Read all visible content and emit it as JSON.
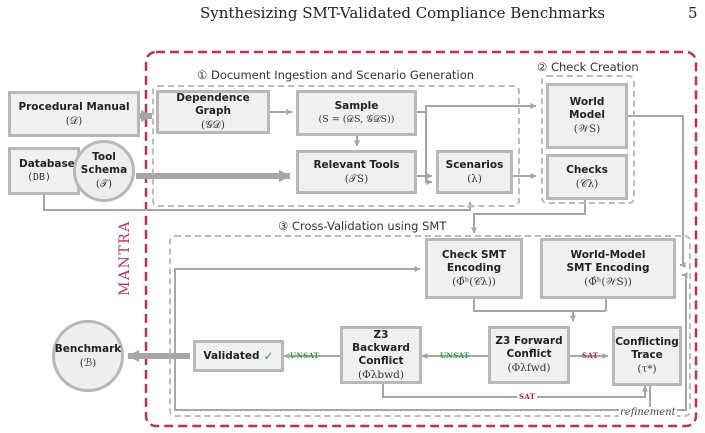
{
  "header": {
    "title": "Synthesizing SMT-Validated Compliance Benchmarks",
    "page_number": "5"
  },
  "frame_label": "MANTRA",
  "sections": {
    "ingestion": "① Document Ingestion and Scenario Generation",
    "check_creation": "② Check Creation",
    "cross_validation": "③ Cross-Validation using SMT"
  },
  "nodes": {
    "procedural_manual": {
      "title": "Procedural Manual",
      "symbol": "(𝒟)"
    },
    "database": {
      "title": "Database",
      "symbol": "(DB)"
    },
    "tool_schema": {
      "title_line1": "Tool",
      "title_line2": "Schema",
      "symbol": "(𝒯)"
    },
    "dependence_graph": {
      "title": "Dependence Graph",
      "symbol": "(𝒢𝒟)"
    },
    "sample": {
      "title": "Sample",
      "symbol": "(S = (𝒟S, 𝒢𝒟S))"
    },
    "relevant_tools": {
      "title": "Relevant Tools",
      "symbol": "(𝒯S)"
    },
    "scenarios": {
      "title": "Scenarios",
      "symbol": "(λ)"
    },
    "world_model": {
      "title_line1": "World",
      "title_line2": "Model",
      "symbol": "(𝒲S)"
    },
    "checks": {
      "title": "Checks",
      "symbol": "(𝒞λ)"
    },
    "check_smt": {
      "title_line1": "Check SMT",
      "title_line2": "Encoding",
      "symbol": "(Φ̂ʰ(𝒞λ))"
    },
    "world_model_smt": {
      "title_line1": "World-Model",
      "title_line2": "SMT Encoding",
      "symbol": "(Φ̂ʰ(𝒲S))"
    },
    "z3_backward": {
      "title_line1": "Z3 Backward",
      "title_line2": "Conflict",
      "symbol": "(Φλbwd)"
    },
    "z3_forward": {
      "title_line1": "Z3 Forward",
      "title_line2": "Conflict",
      "symbol": "(Φλfwd)"
    },
    "conflicting_trace": {
      "title_line1": "Conflicting",
      "title_line2": "Trace",
      "symbol": "(τ*)"
    },
    "validated": {
      "title": "Validated",
      "check": "✓"
    },
    "benchmark": {
      "title": "Benchmark",
      "symbol": "(ℬ)"
    }
  },
  "edge_labels": {
    "unsat_1": "UNSAT",
    "unsat_2": "UNSAT",
    "sat_1": "SAT",
    "sat_2": "SAT",
    "refinement": "refinement"
  },
  "colors": {
    "frame": "#c22e5f",
    "node_border": "#b8b8b8",
    "node_fill": "#f0f0f0",
    "arrow": "#a6a6a6",
    "unsat": "#2e9c3e",
    "sat": "#b5234f"
  }
}
